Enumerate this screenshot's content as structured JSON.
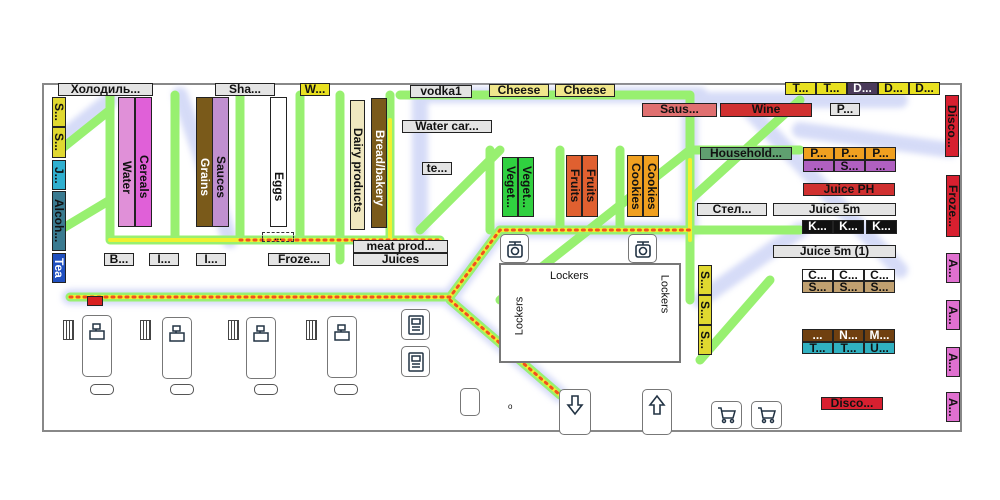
{
  "floorplan": {
    "top": [
      "Холодиль...",
      "Sha...",
      "W...",
      "vodka1",
      "Cheese",
      "Cheese",
      "Saus...",
      "Wine",
      "P...",
      "T...",
      "T...",
      "D...",
      "D...",
      "D..."
    ],
    "right": [
      "Disco...",
      "Froze...",
      "A...",
      "A...",
      "A...",
      "A..."
    ],
    "left": [
      "S...",
      "S...",
      "J...",
      "Alcoh...",
      "Tea"
    ],
    "aisles": [
      "Water",
      "Cereals",
      "Grains",
      "Sauces",
      "Eggs",
      "Dairy products",
      "Bread/bakery"
    ],
    "bottom_left": [
      "B...",
      "I...",
      "I...",
      "Froze...",
      "...",
      "meat prod...",
      "Juices"
    ],
    "center": [
      "Water car...",
      "te...",
      "Veget...",
      "Veget...",
      "Fruits",
      "Fruits",
      "Cookies",
      "Cookies"
    ],
    "right_block": [
      "Household...",
      "P...",
      "P...",
      "P...",
      "...",
      "S...",
      "...",
      "Juice PH",
      "Стел...",
      "Juice 5m",
      "K...",
      "K...",
      "K...",
      "Juice 5m (1)",
      "C...",
      "C...",
      "C...",
      "S...",
      "S...",
      "S...",
      "...",
      "N...",
      "M...",
      "T...",
      "T...",
      "U...",
      "S...",
      "S...",
      "S...",
      "Disco..."
    ],
    "lockers": [
      "Lockers",
      "Lockers",
      "Lockers"
    ],
    "marker": "o"
  },
  "icons": [
    "scale-icon",
    "cash-register-icon",
    "atm-icon",
    "exit-arrow-down-icon",
    "entrance-arrow-up-icon",
    "cart-icon"
  ],
  "colors": {
    "heat_low": "#b8c4f0",
    "heat_mid": "#90f060",
    "heat_high": "#f0f020",
    "heat_peak": "#f03010"
  }
}
